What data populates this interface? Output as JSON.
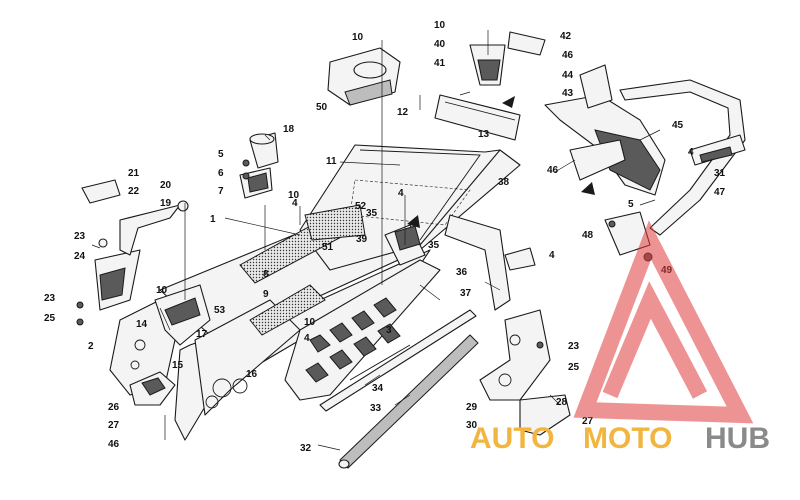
{
  "diagram": {
    "callouts": {
      "c1": "1",
      "c2": "2",
      "c3": "3",
      "c4a": "4",
      "c4b": "4",
      "c4c": "4",
      "c4d": "4",
      "c4e": "4",
      "c5a": "5",
      "c5b": "5",
      "c6": "6",
      "c7": "7",
      "c8": "8",
      "c9": "9",
      "c10a": "10",
      "c10b": "10",
      "c10c": "10",
      "c10d": "10",
      "c10e": "10",
      "c11": "11",
      "c12": "12",
      "c13": "13",
      "c14": "14",
      "c15": "15",
      "c16": "16",
      "c17": "17",
      "c18": "18",
      "c19": "19",
      "c20": "20",
      "c21": "21",
      "c22": "22",
      "c23a": "23",
      "c23b": "23",
      "c23c": "23",
      "c24": "24",
      "c25a": "25",
      "c25b": "25",
      "c26": "26",
      "c27a": "27",
      "c27b": "27",
      "c28": "28",
      "c29": "29",
      "c30": "30",
      "c31": "31",
      "c32": "32",
      "c33": "33",
      "c34": "34",
      "c35a": "35",
      "c35b": "35",
      "c36": "36",
      "c37": "37",
      "c38": "38",
      "c39": "39",
      "c40": "40",
      "c41": "41",
      "c42": "42",
      "c43": "43",
      "c44": "44",
      "c45": "45",
      "c46a": "46",
      "c46b": "46",
      "c46c": "46",
      "c47": "47",
      "c48": "48",
      "c49": "49",
      "c50": "50",
      "c51": "51",
      "c52": "52",
      "c53": "53"
    }
  },
  "watermark": {
    "part_auto": "AUTO",
    "part_moto": "MOTO",
    "part_hub": "HUB",
    "colors": {
      "auto": "#f2b640",
      "moto": "#f2b640",
      "hub": "#8a8a8a",
      "triangle": "#e03b3b"
    }
  }
}
